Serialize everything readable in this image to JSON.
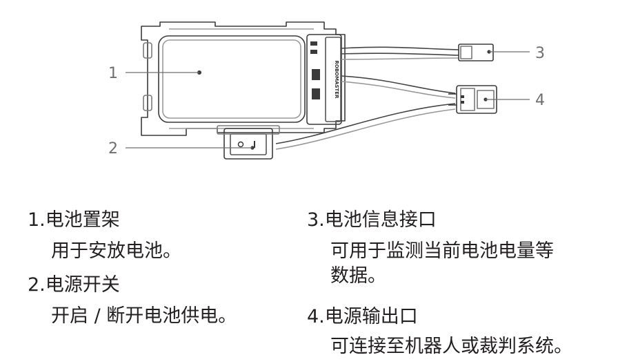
{
  "callouts": [
    "1",
    "2",
    "3",
    "4"
  ],
  "device_label": "ROBOMASTER",
  "items": [
    {
      "num": "1.",
      "title": "电池置架",
      "desc": [
        "用于安放电池。"
      ]
    },
    {
      "num": "2.",
      "title": "电源开关",
      "desc": [
        "开启 / 断开电池供电。"
      ]
    },
    {
      "num": "3.",
      "title": "电池信息接口",
      "desc": [
        "可用于监测当前电池电量等",
        "数据。"
      ]
    },
    {
      "num": "4.",
      "title": "电源输出口",
      "desc": [
        "可连接至机器人或裁判系统。"
      ]
    }
  ]
}
